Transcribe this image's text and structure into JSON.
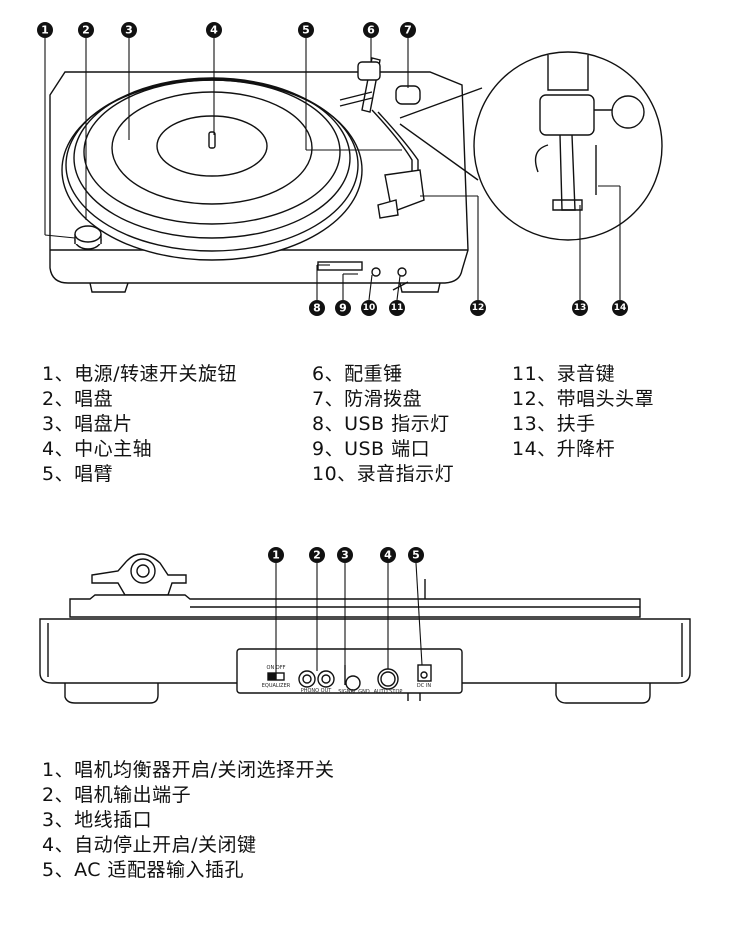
{
  "front_view": {
    "callouts": [
      {
        "num": "1",
        "label": "1、电源/转速开关旋钮"
      },
      {
        "num": "2",
        "label": "2、唱盘"
      },
      {
        "num": "3",
        "label": "3、唱盘片"
      },
      {
        "num": "4",
        "label": "4、中心主轴"
      },
      {
        "num": "5",
        "label": "5、唱臂"
      },
      {
        "num": "6",
        "label": "6、配重锤"
      },
      {
        "num": "7",
        "label": "7、防滑拨盘"
      },
      {
        "num": "8",
        "label": "8、USB 指示灯"
      },
      {
        "num": "9",
        "label": "9、USB 端口"
      },
      {
        "num": "10",
        "label": "10、录音指示灯"
      },
      {
        "num": "11",
        "label": "11、录音键"
      },
      {
        "num": "12",
        "label": "12、带唱头头罩"
      },
      {
        "num": "13",
        "label": "13、扶手"
      },
      {
        "num": "14",
        "label": "14、升降杆"
      }
    ]
  },
  "rear_view": {
    "callouts": [
      {
        "num": "1",
        "label": "1、唱机均衡器开启/关闭选择开关"
      },
      {
        "num": "2",
        "label": "2、唱机输出端子"
      },
      {
        "num": "3",
        "label": "3、地线插口"
      },
      {
        "num": "4",
        "label": "4、自动停止开启/关闭键"
      },
      {
        "num": "5",
        "label": "5、AC 适配器输入插孔"
      }
    ],
    "panel_labels": {
      "switch_top": "ON OFF",
      "switch_bottom": "EQUALIZER",
      "phono": "PHONO OUT",
      "ground": "SIGNAL GND",
      "autostop": "AUTO STOP",
      "dcin": "DC IN"
    }
  }
}
